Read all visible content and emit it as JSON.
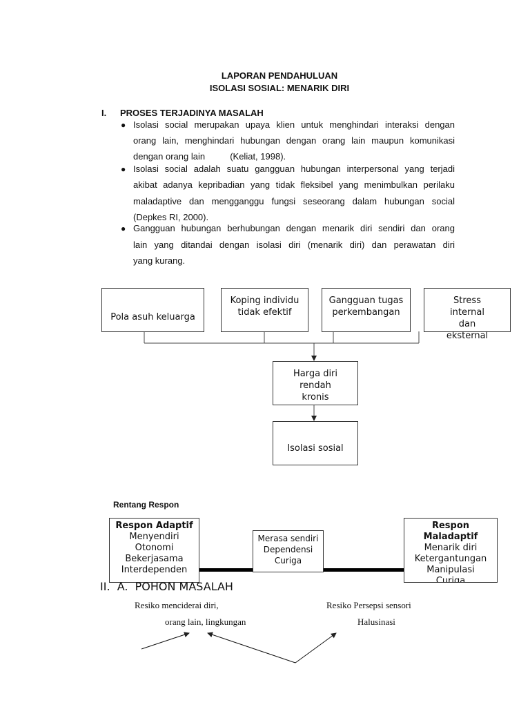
{
  "title": {
    "line1": "LAPORAN PENDAHULUAN",
    "line2": "ISOLASI SOSIAL: MENARIK DIRI"
  },
  "section1": {
    "number": "I.",
    "heading": "PROSES TERJADINYA MASALAH",
    "bullets": [
      {
        "lines": [
          "Isolasi social merupakan upaya klien untuk menghindari interaksi dengan",
          "orang lain, menghindari hubungan dengan orang lain maupun komunikasi",
          "dengan orang lain          (Keliat, 1998)."
        ]
      },
      {
        "lines": [
          "Isolasi social adalah suatu gangguan hubungan interpersonal yang terjadi",
          "akibat adanya kepribadian yang tidak fleksibel yang menimbulkan perilaku",
          "maladaptive dan mengganggu fungsi seseorang dalam hubungan social",
          "(Depkes RI, 2000)."
        ]
      },
      {
        "lines": [
          "Gangguan hubungan berhubungan dengan menarik diri sendiri dan orang",
          "lain yang ditandai dengan isolasi diri (menarik diri) dan perawatan diri",
          "yang kurang."
        ]
      }
    ]
  },
  "diagram": {
    "causes": [
      "Pola asuh keluarga",
      "Koping individu tidak efektif",
      "Gangguan tugas perkembangan",
      "Stress internal dan eksternal"
    ],
    "middle": "Harga diri rendah kronis",
    "result": "Isolasi sosial"
  },
  "rentang": {
    "heading": "Rentang Respon",
    "adaptif": {
      "title": "Respon Adaptif",
      "items": [
        "Menyendiri",
        "Otonomi",
        "Bekerjasama",
        "Interdependen"
      ]
    },
    "tengah": {
      "items": [
        "Merasa sendiri",
        "Dependensi",
        "Curiga"
      ]
    },
    "maladaptif": {
      "title": "Respon Maladaptif",
      "items": [
        "Menarik diri",
        "Ketergantungan",
        "Manipulasi",
        "Curiga"
      ]
    }
  },
  "section2": {
    "heading": "II.  A.  POHON MASALAH",
    "left": {
      "line1": "Resiko menciderai diri,",
      "line2": "orang lain, lingkungan"
    },
    "right": {
      "line1": "Resiko Persepsi sensori",
      "line2": "Halusinasi"
    }
  }
}
